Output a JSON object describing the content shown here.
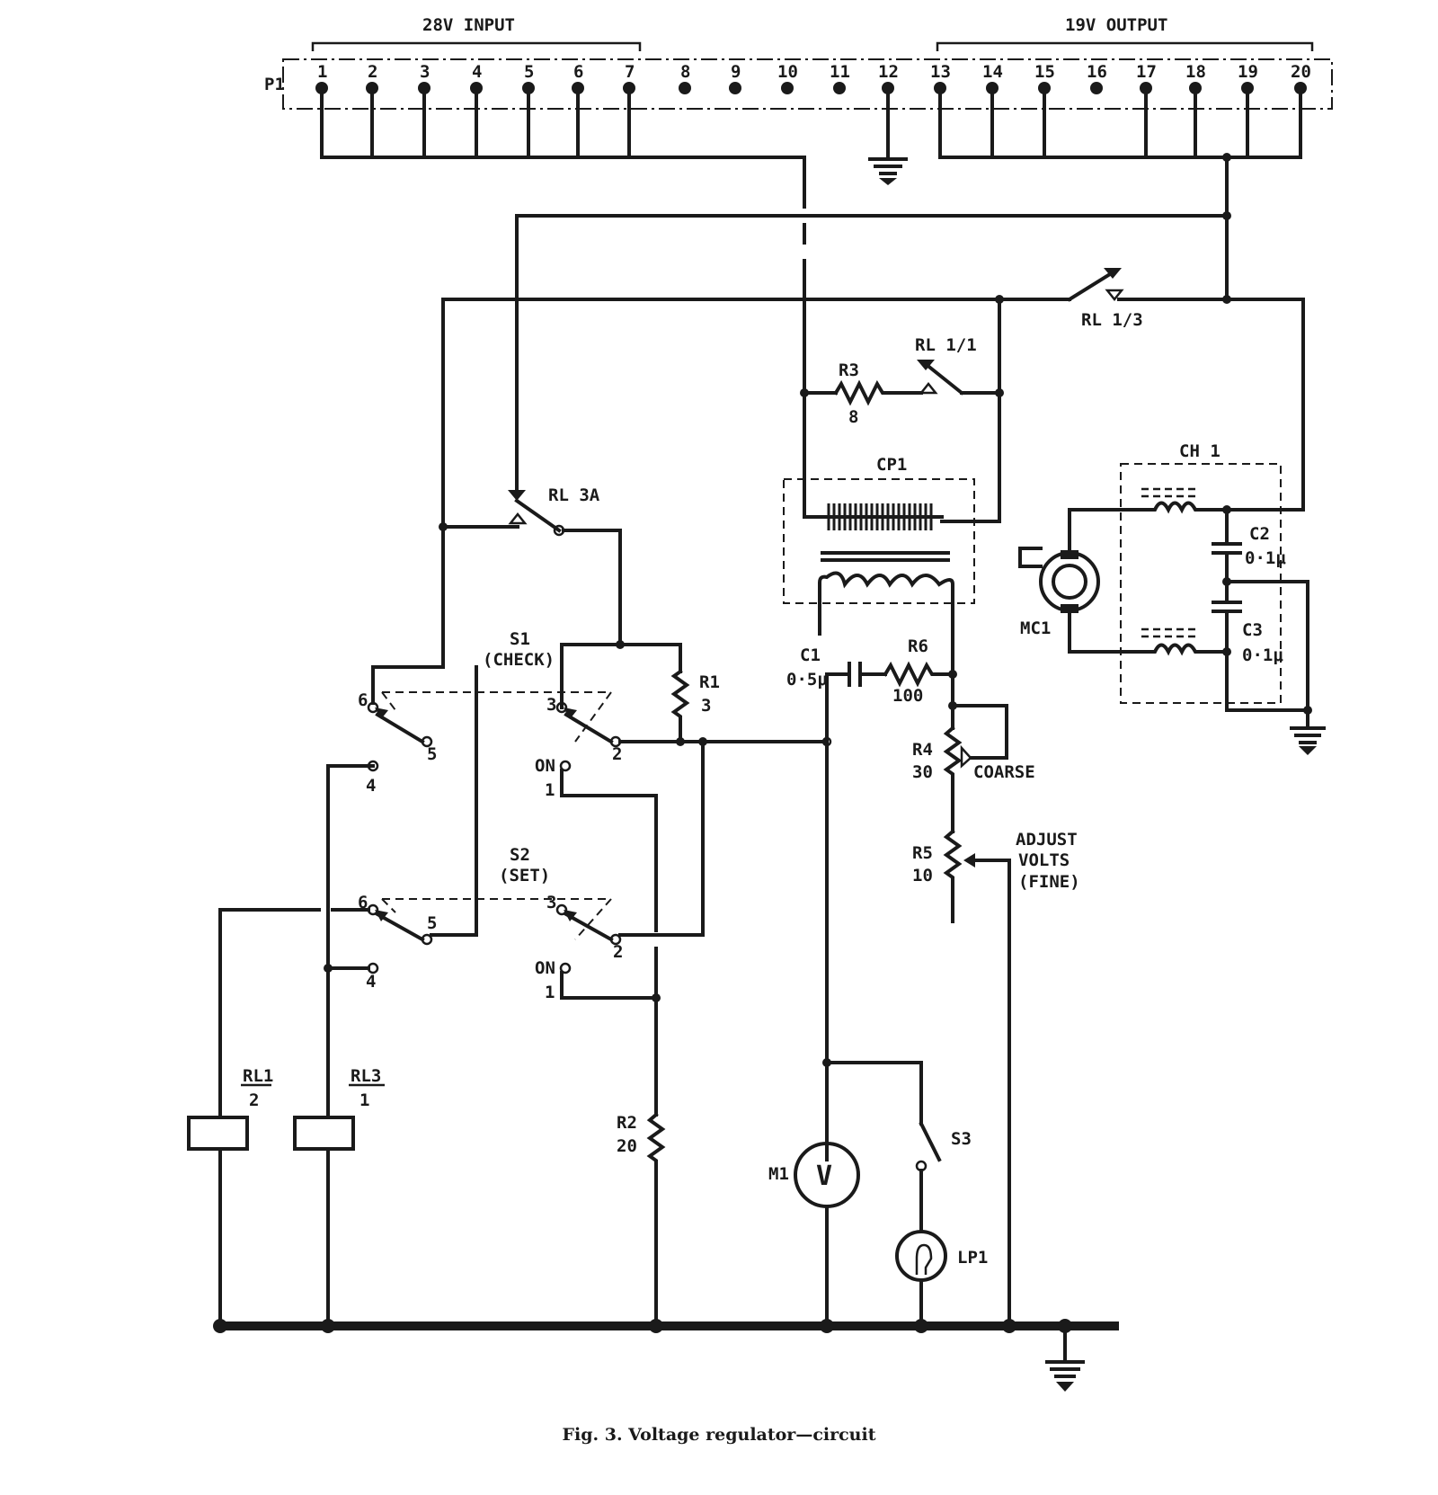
{
  "diagram": {
    "caption": "Fig. 3.   Voltage regulator—circuit",
    "connector": {
      "label": "P1",
      "input_group": "28V  INPUT",
      "output_group": "19V  OUTPUT",
      "pins": [
        "1",
        "2",
        "3",
        "4",
        "5",
        "6",
        "7",
        "8",
        "9",
        "10",
        "11",
        "12",
        "13",
        "14",
        "15",
        "16",
        "17",
        "18",
        "19",
        "20"
      ]
    },
    "relays": {
      "rl13": "RL 1/3",
      "rl11": "RL 1/1",
      "rl3a": "RL 3A",
      "rl1_top": "RL1",
      "rl1_bottom": "2",
      "rl3_top": "RL3",
      "rl3_bottom": "1"
    },
    "components": {
      "r3": "R3",
      "r3_value": "8",
      "cp1": "CP1",
      "ch1": "CH 1",
      "c2": "C2",
      "c2_value": "0·1μ",
      "c3": "C3",
      "c3_value": "0·1μ",
      "mc1": "MC1",
      "c1": "C1",
      "c1_value": "0·5μ",
      "r6": "R6",
      "r6_value": "100",
      "r1": "R1",
      "r1_value": "3",
      "r4": "R4",
      "r4_value": "30",
      "r4_note": "COARSE",
      "r5": "R5",
      "r5_value": "10",
      "adjust_line1": "ADJUST",
      "adjust_line2": "VOLTS",
      "adjust_line3": "(FINE)",
      "r2": "R2",
      "r2_value": "20",
      "m1": "M1",
      "m1_symbol": "V",
      "s3": "S3",
      "lp1": "LP1"
    },
    "switches": {
      "s1": "S1",
      "s1_name": "(CHECK)",
      "s2": "S2",
      "s2_name": "(SET)",
      "on": "ON",
      "t1": "1",
      "t2": "2",
      "t3": "3",
      "t4": "4",
      "t5": "5",
      "t6": "6"
    }
  }
}
